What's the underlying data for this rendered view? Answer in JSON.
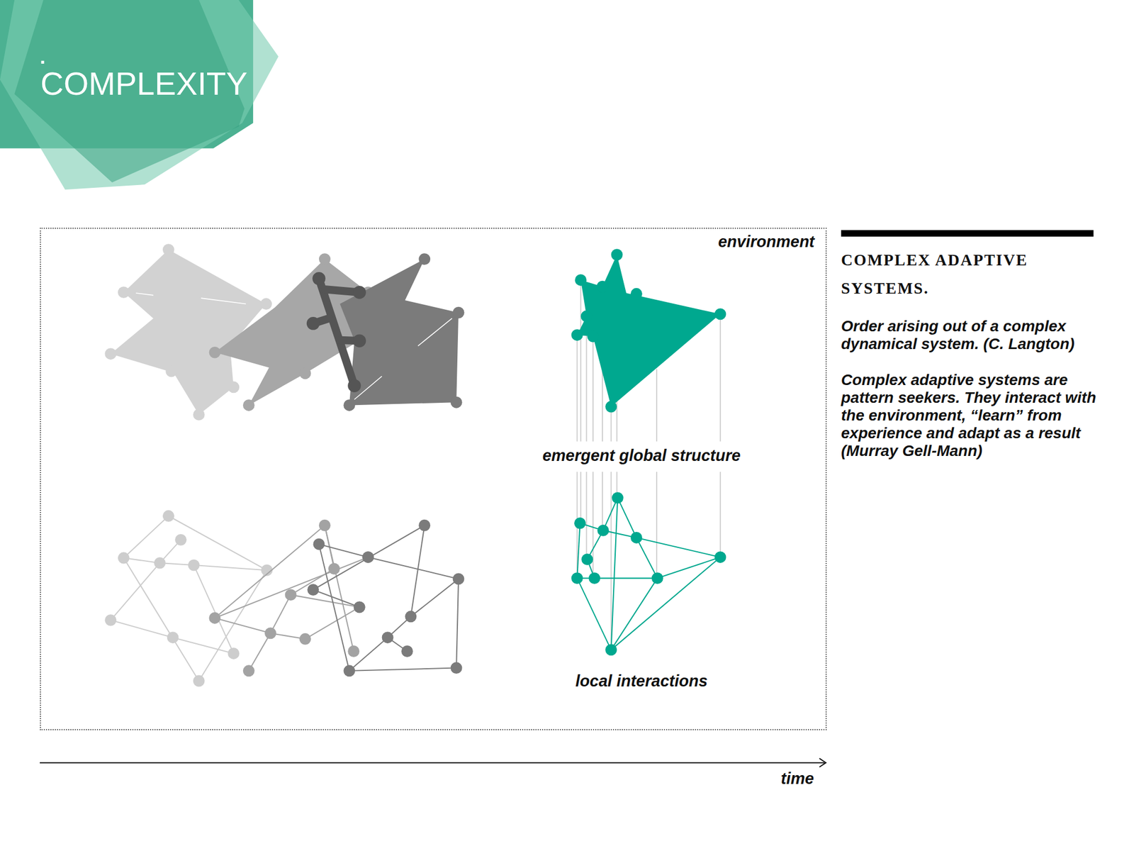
{
  "diagram": {
    "title": "COMPLEXITY",
    "nodes": [
      {
        "text": [
          "environment"
        ]
      }
    ],
    "labels": [
      "emergent global structure",
      "local interactions",
      "time",
      "COMPLEX ADAPTIVE SYSTEMS.",
      "Order arising out of a complex dynamical system. (C. Langton)",
      "Complex adaptive systems are pattern seekers. They interact with the environment, “learn” from experience and adapt as a result (Murray Gell-Mann)"
    ]
  }
}
